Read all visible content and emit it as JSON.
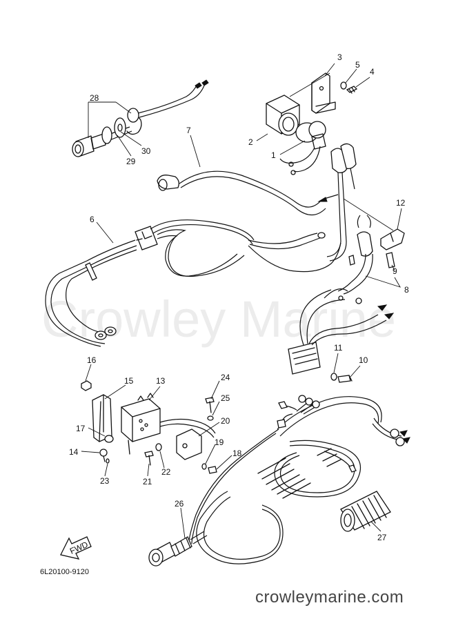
{
  "watermark": "Crowley Marine",
  "footer": "crowleymarine.com",
  "diagram_code": "6L20100-9120",
  "fwd_label": "FWD",
  "callouts": [
    "1",
    "2",
    "3",
    "4",
    "5",
    "6",
    "7",
    "8",
    "9",
    "10",
    "11",
    "12",
    "13",
    "14",
    "15",
    "16",
    "17",
    "18",
    "19",
    "20",
    "21",
    "22",
    "23",
    "24",
    "25",
    "26",
    "27",
    "28",
    "29",
    "30"
  ]
}
